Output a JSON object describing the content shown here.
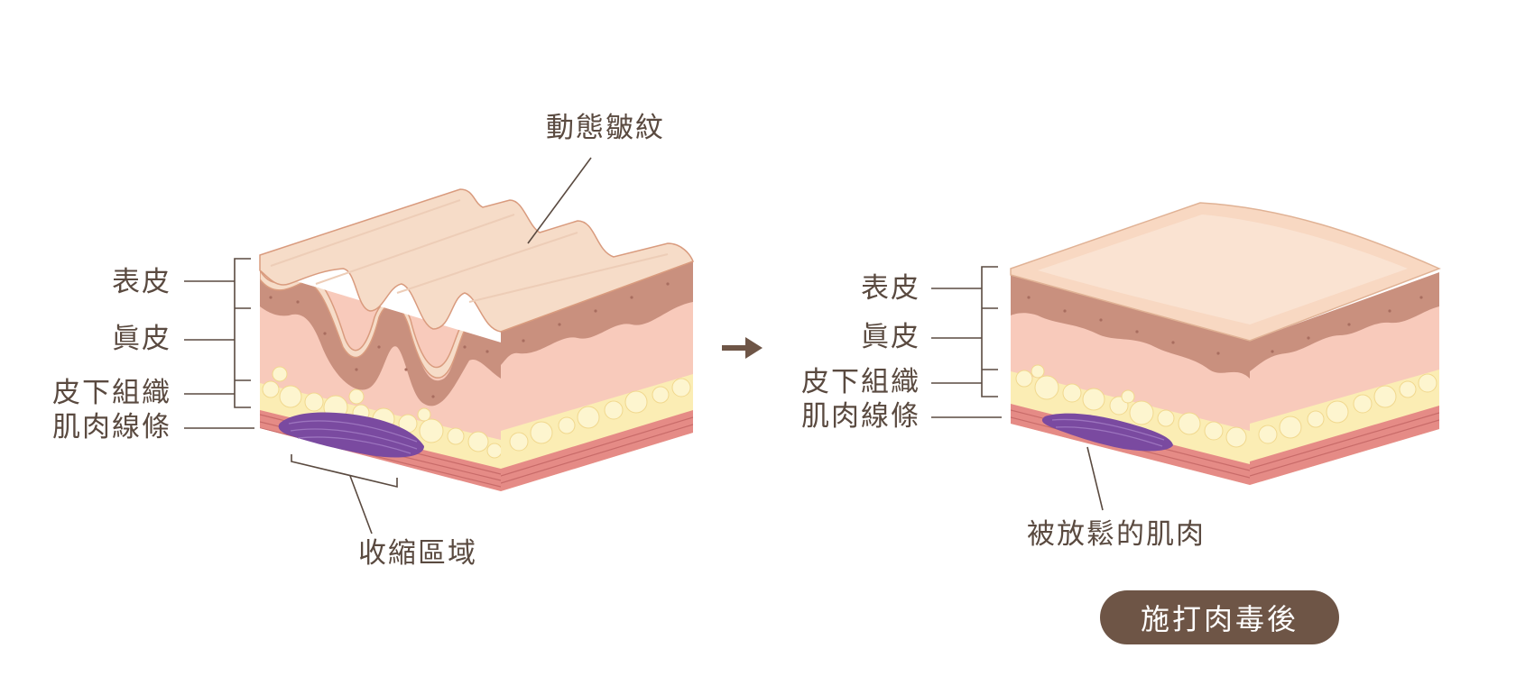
{
  "before": {
    "layers": {
      "epidermis": "表皮",
      "dermis": "眞皮",
      "subcutaneous": "皮下組織",
      "muscle": "肌肉線條"
    },
    "callout_wrinkle": "動態皺紋",
    "callout_contracted": "收縮區域"
  },
  "after": {
    "layers": {
      "epidermis": "表皮",
      "dermis": "眞皮",
      "subcutaneous": "皮下組織",
      "muscle": "肌肉線條"
    },
    "callout_relaxed": "被放鬆的肌肉",
    "badge": "施打肉毒後"
  },
  "colors": {
    "text": "#5a4a40",
    "badge_bg": "#6e5546",
    "epidermis": "#f6dcc8",
    "dermis": "#c9907e",
    "fat_tissue": "#f8cabb",
    "fat_cells": "#fbedb4",
    "muscle": "#e58b86",
    "contracted_muscle": "#7a4aa0"
  },
  "icons": {
    "arrow": "arrow-right-icon"
  }
}
